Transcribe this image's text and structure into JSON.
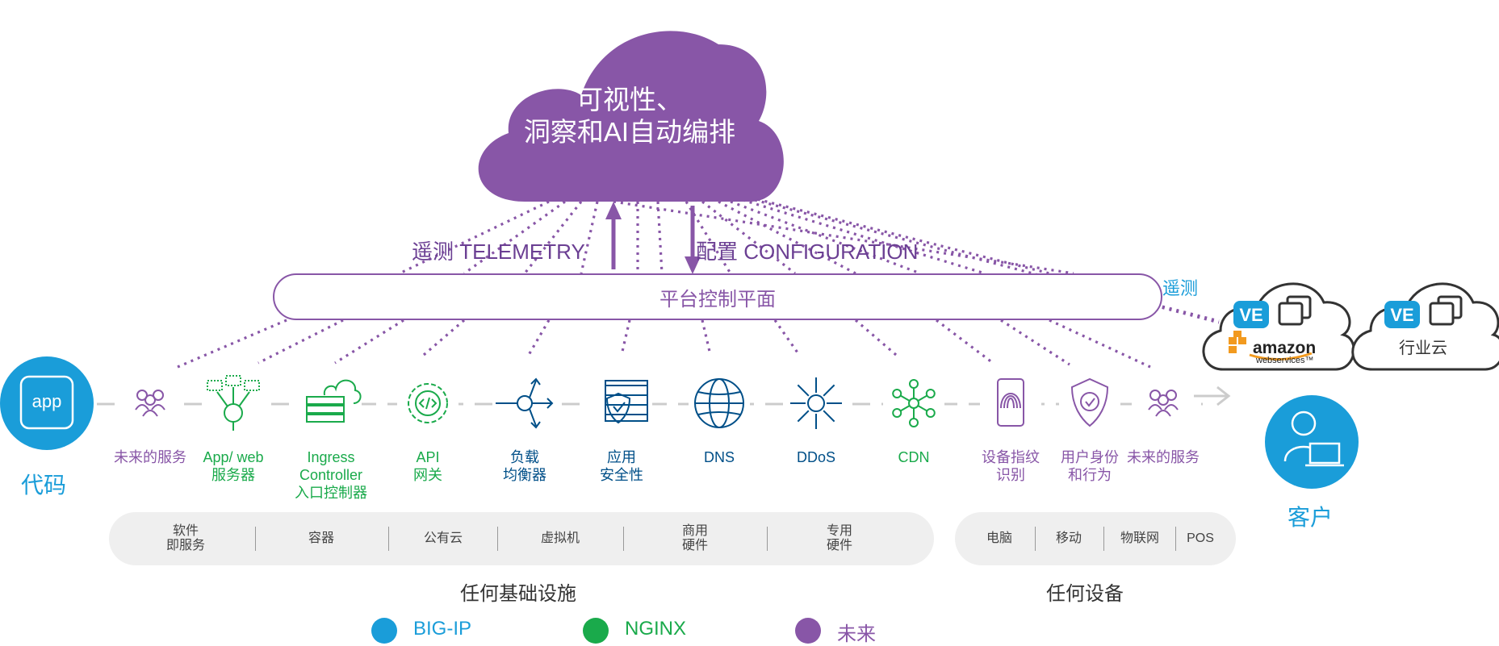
{
  "cloud": {
    "line1": "可视性、",
    "line2": "洞察和AI自动编排"
  },
  "telemetry_label": "遥测 TELEMETRY",
  "configuration_label": "配置 CONFIGURATION",
  "control_plane": "平台控制平面",
  "edge_telemetry_label": "遥测",
  "app_node": {
    "icon_text": "app",
    "label": "代码"
  },
  "customer_node": {
    "label": "客户"
  },
  "services": [
    {
      "label": "未来的服务",
      "icon": "people-icon",
      "category": "future"
    },
    {
      "label": "App/ web\n服务器",
      "icon": "app-server-icon",
      "category": "nginx"
    },
    {
      "label": "Ingress\nController\n入口控制器",
      "icon": "ingress-icon",
      "category": "nginx"
    },
    {
      "label": "API\n网关",
      "icon": "gear-code-icon",
      "category": "nginx"
    },
    {
      "label": "负载\n均衡器",
      "icon": "load-balancer-icon",
      "category": "bigip"
    },
    {
      "label": "应用\n安全性",
      "icon": "firewall-shield-icon",
      "category": "bigip"
    },
    {
      "label": "DNS",
      "icon": "globe-icon",
      "category": "bigip"
    },
    {
      "label": "DDoS",
      "icon": "ddos-icon",
      "category": "bigip"
    },
    {
      "label": "CDN",
      "icon": "network-hub-icon",
      "category": "nginx"
    },
    {
      "label": "设备指纹\n识别",
      "icon": "fingerprint-phone-icon",
      "category": "future"
    },
    {
      "label": "用户身份\n和行为",
      "icon": "shield-check-icon",
      "category": "future"
    },
    {
      "label": "未来的服务",
      "icon": "people-icon",
      "category": "future"
    }
  ],
  "infra_segments": [
    "软件\n即服务",
    "容器",
    "公有云",
    "虚拟机",
    "商用\n硬件",
    "专用\n硬件"
  ],
  "infra_label": "任何基础设施",
  "device_segments": [
    "电脑",
    "移动",
    "物联网",
    "POS"
  ],
  "device_label": "任何设备",
  "clouds_right": [
    {
      "badge": "VE",
      "caption": "amazon",
      "subcaption": "webservices™"
    },
    {
      "badge": "VE",
      "caption": "行业云"
    }
  ],
  "legend": [
    {
      "label": "BIG-IP",
      "color": "#1a9dd9"
    },
    {
      "label": "NGINX",
      "color": "#1aaa4b"
    },
    {
      "label": "未来",
      "color": "#8856a7"
    }
  ]
}
